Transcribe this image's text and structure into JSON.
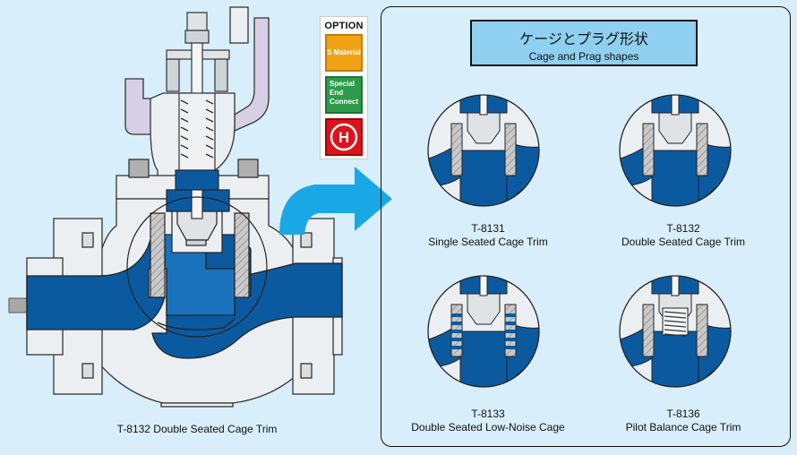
{
  "main_caption": "T-8132 Double Seated Cage Trim",
  "title": {
    "jp": "ケージとプラグ形状",
    "en": "Cage and Prag shapes"
  },
  "option": {
    "title": "OPTION",
    "s_material": "S Material",
    "sec_lines": [
      "Special",
      "End",
      "Connect"
    ],
    "h_letter": "H"
  },
  "trims": [
    {
      "code": "T-8131",
      "name": "Single Seated Cage Trim"
    },
    {
      "code": "T-8132",
      "name": "Double Seated Cage Trim"
    },
    {
      "code": "T-8133",
      "name": "Double Seated Low-Noise Cage"
    },
    {
      "code": "T-8136",
      "name": "Pilot Balance Cage Trim"
    }
  ],
  "colors": {
    "background": "#d8eefa",
    "fluid_blue": "#0b5aa0",
    "body_gray": "#eceff1",
    "arrow_cyan": "#1aa7e6",
    "title_box": "#8fd0f0",
    "option_orange": "#f0a316",
    "option_green": "#2e9b4c",
    "option_red": "#d9141a"
  }
}
